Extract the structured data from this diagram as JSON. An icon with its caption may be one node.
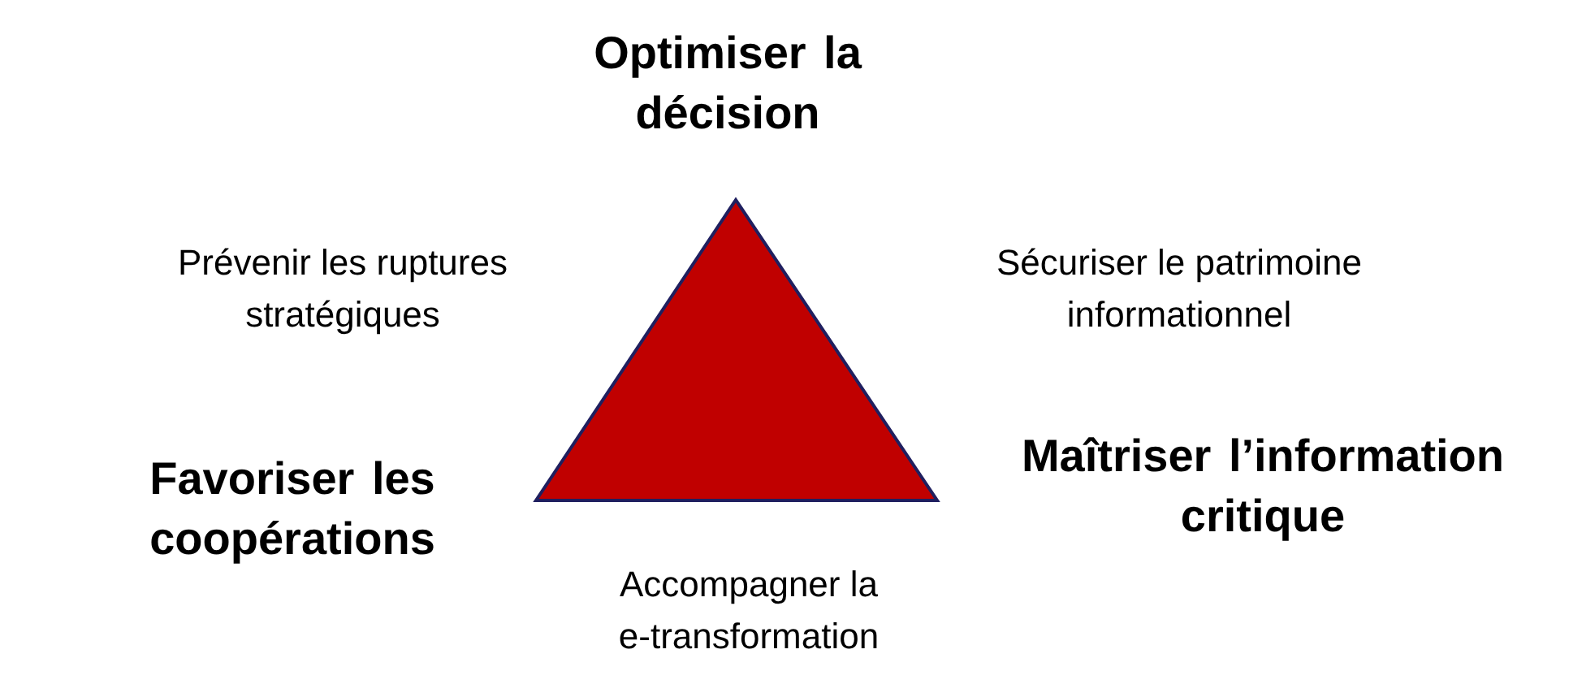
{
  "diagram": {
    "labels": [
      "Optimiser la décision",
      "Prévenir les ruptures stratégiques",
      "Sécuriser le patrimoine informationnel",
      "Favoriser les coopérations",
      "Maîtriser l’information critique",
      "Accompagner la e-transformation"
    ]
  }
}
